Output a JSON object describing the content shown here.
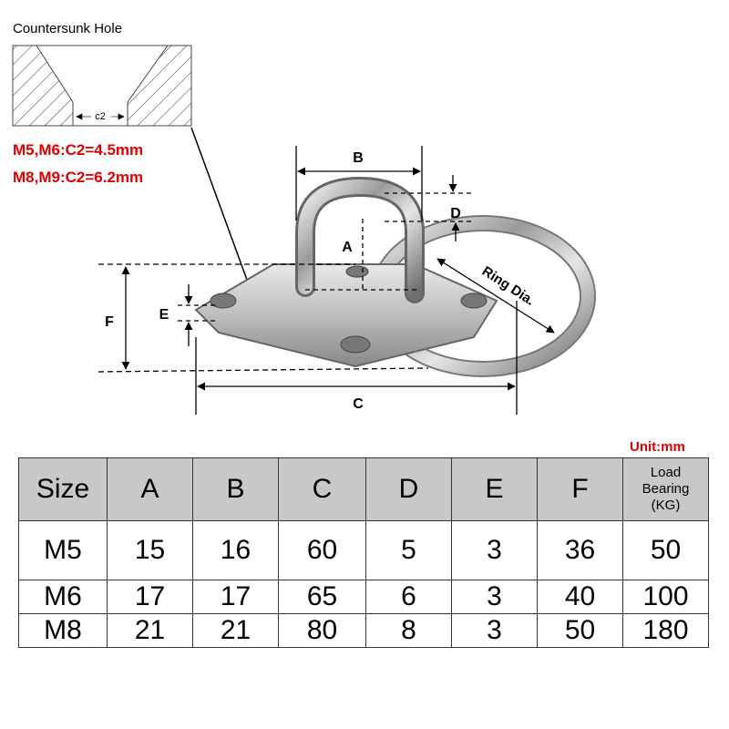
{
  "countersunk": {
    "title": "Countersunk Hole",
    "c2_label": "c2",
    "note_line1": "M5,M6:C2=4.5mm",
    "note_line2": "M8,M9:C2=6.2mm",
    "note_color": "#e00000"
  },
  "dimensions": {
    "A": "A",
    "B": "B",
    "C": "C",
    "D": "D",
    "E": "E",
    "F": "F",
    "ring_dia": "Ring Dia."
  },
  "unit_label": "Unit:mm",
  "table": {
    "headers": [
      "Size",
      "A",
      "B",
      "C",
      "D",
      "E",
      "F"
    ],
    "load_header": [
      "Load",
      "Bearing",
      "(KG)"
    ],
    "rows": [
      [
        "M5",
        "15",
        "16",
        "60",
        "5",
        "3",
        "36",
        "50"
      ],
      [
        "M6",
        "17",
        "17",
        "65",
        "6",
        "3",
        "40",
        "100"
      ],
      [
        "M8",
        "21",
        "21",
        "80",
        "8",
        "3",
        "50",
        "180"
      ]
    ]
  }
}
